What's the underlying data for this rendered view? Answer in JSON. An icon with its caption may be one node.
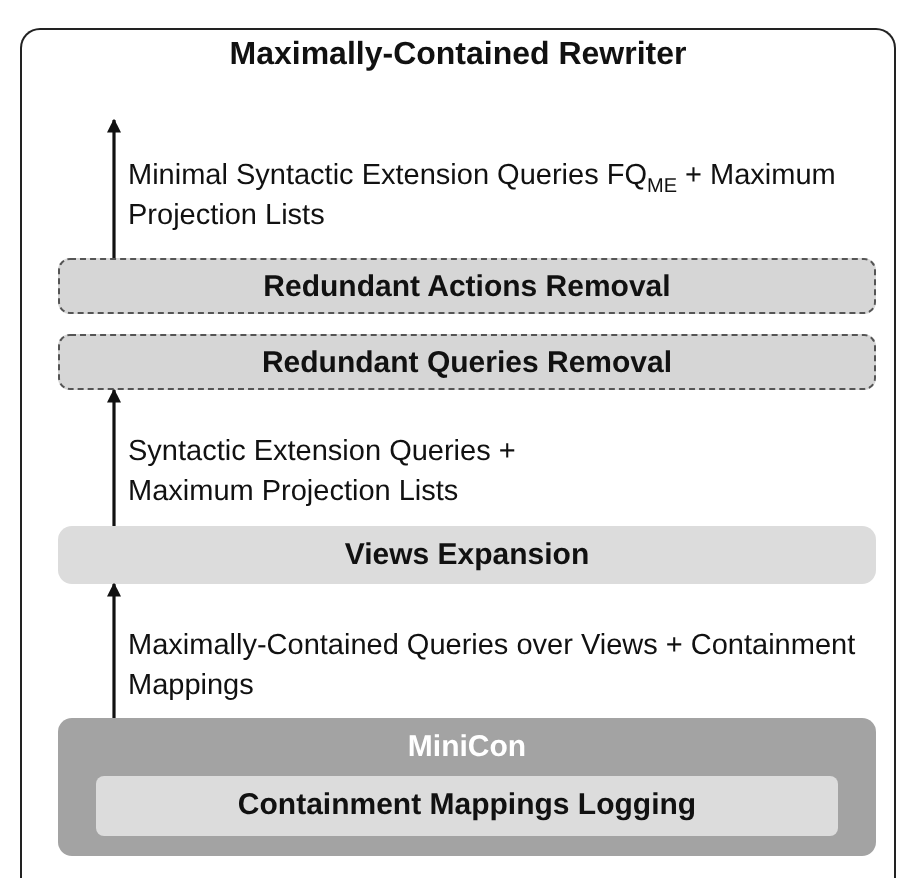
{
  "diagram": {
    "nodes": [
      {
        "text": [
          "Maximally-Contained Rewriter"
        ]
      },
      {
        "text": [
          "Redundant Actions Removal"
        ],
        "in": 0
      },
      {
        "text": [
          "Redundant Queries Removal"
        ],
        "in": 0
      },
      {
        "text": [
          "Views Expansion"
        ],
        "in": 0
      },
      {
        "text": [
          "MiniCon"
        ],
        "in": 0
      },
      {
        "text": [
          "Containment Mappings Logging"
        ],
        "in": 4
      }
    ],
    "edges": [
      {
        "from": 1,
        "to": null,
        "arrow": "to",
        "label": "Minimal Syntactic Extension Queries FQ$_{ME}$ + Maximum Projection Lists"
      },
      {
        "from": 3,
        "to": 2,
        "arrow": "to",
        "label": "Syntactic Extension Queries + Maximum Projection Lists"
      },
      {
        "from": 4,
        "to": 3,
        "arrow": "to",
        "label": "Maximally-Contained Queries over Views + Containment Mappings"
      }
    ]
  }
}
